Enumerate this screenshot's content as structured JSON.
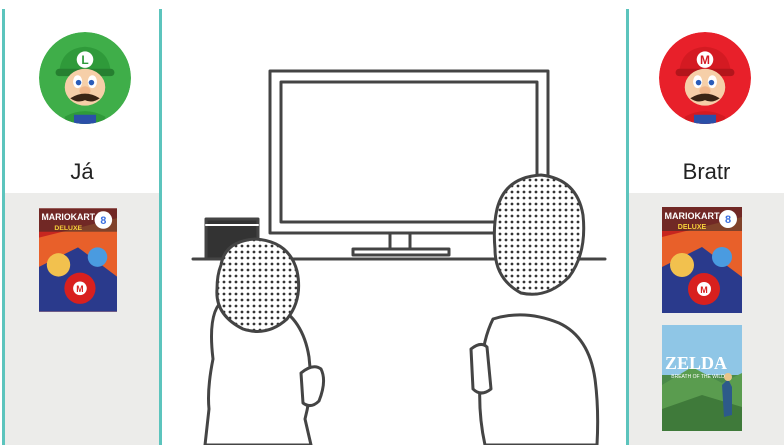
{
  "players": {
    "left": {
      "name": "Já",
      "avatar": "luigi-avatar",
      "emblem": "L",
      "color": "#3fae49"
    },
    "right": {
      "name": "Bratr",
      "avatar": "mario-avatar",
      "emblem": "M",
      "color": "#e8202a"
    }
  },
  "games": {
    "mario_kart": {
      "title": "MARIOKART",
      "subtitle": "DELUXE",
      "number": "8"
    },
    "zelda": {
      "title": "ZELDA",
      "subtitle": "BREATH OF THE WILD"
    }
  },
  "colors": {
    "accent": "#5cc4bd",
    "panel_bg": "#ececea"
  }
}
